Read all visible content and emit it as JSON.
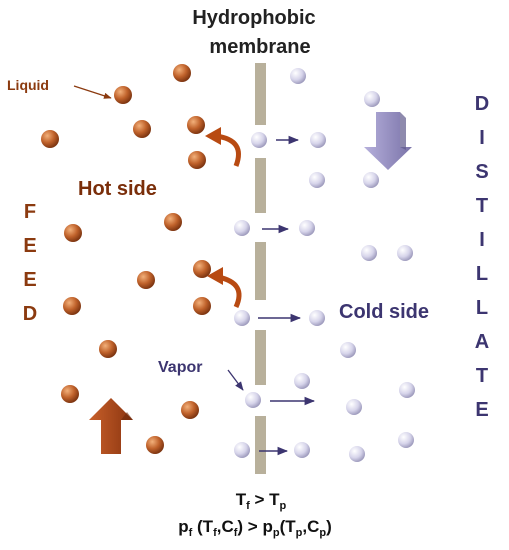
{
  "title_line1": "Hydrophobic",
  "title_line2": "membrane",
  "label_liquid": "Liquid",
  "label_hot_side": "Hot side",
  "label_cold_side": "Cold side",
  "label_vapor": "Vapor",
  "feed_letters": [
    "F",
    "E",
    "E",
    "D"
  ],
  "distillate_letters": [
    "D",
    "I",
    "S",
    "T",
    "I",
    "L",
    "L",
    "A",
    "T",
    "E"
  ],
  "condition_1": {
    "T1": "T",
    "s1": "f",
    "op": " > ",
    "T2": "T",
    "s2": "p"
  },
  "condition_2": {
    "p1": "p",
    "ps1": "f",
    "a1": " (T",
    "as1": "f",
    "a2": ",C",
    "as2": "f",
    "mid": ") > ",
    "p2": "p",
    "ps2": "p",
    "b1": "(T",
    "bs1": "p",
    "b2": ",C",
    "bs2": "p",
    "end": ")"
  },
  "colors": {
    "feed_text": "#8b3a0f",
    "hot_text": "#7a2e0a",
    "distillate_text": "#3c3570",
    "cold_text": "#3c3570",
    "liquid_particle": "#c0622b",
    "vapor_particle": "#cfcde6",
    "membrane": "#b8b09b",
    "hot_arrow": "#a8441a",
    "cold_arrow": "#9a93c4",
    "vapor_arrow": "#3c3570"
  }
}
